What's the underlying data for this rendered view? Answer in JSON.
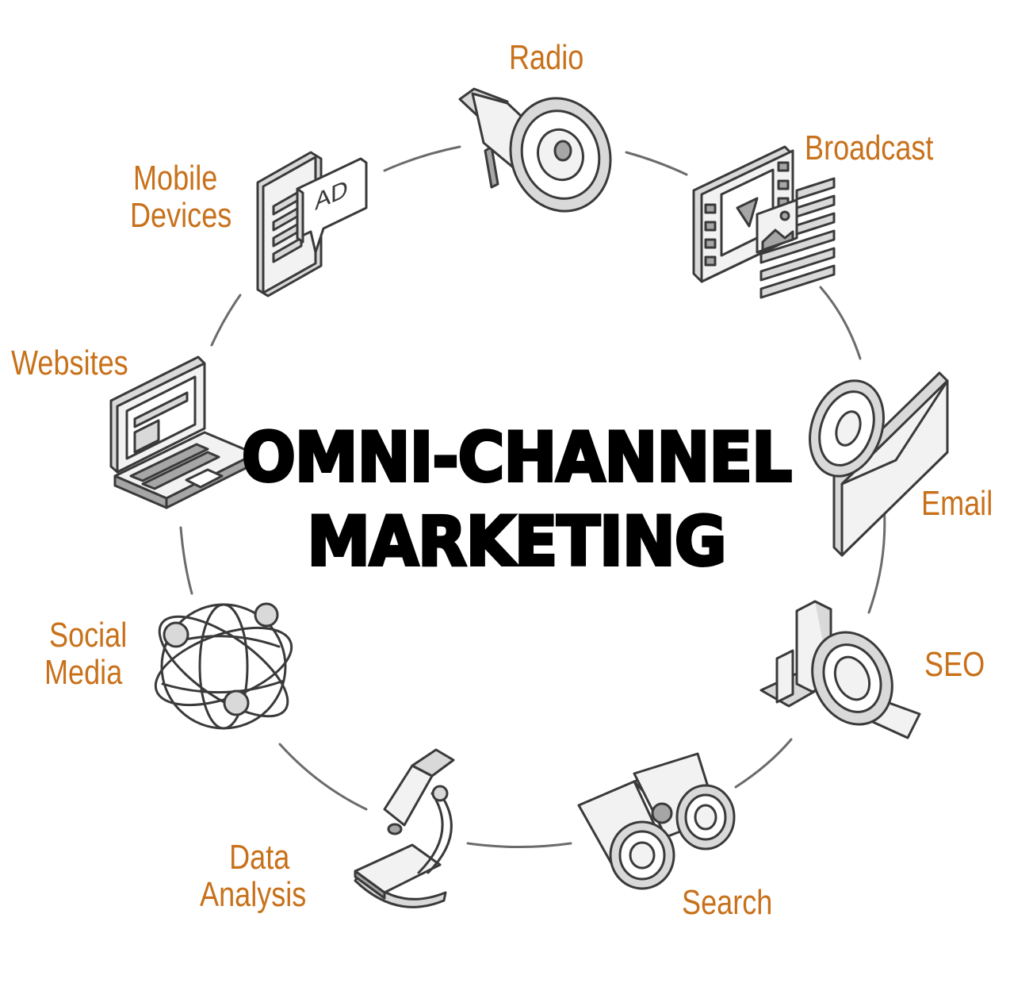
{
  "title": {
    "line1": "OMNI-CHANNEL",
    "line2": "MARKETING"
  },
  "accent_color": "#c8711a",
  "channels": [
    {
      "id": "radio",
      "label_lines": [
        "Radio"
      ],
      "icon": "megaphone-icon"
    },
    {
      "id": "broadcast",
      "label_lines": [
        "Broadcast"
      ],
      "icon": "film-strip-icon"
    },
    {
      "id": "email",
      "label_lines": [
        "Email"
      ],
      "icon": "envelope-at-icon"
    },
    {
      "id": "seo",
      "label_lines": [
        "SEO"
      ],
      "icon": "bar-chart-magnifier-icon"
    },
    {
      "id": "search",
      "label_lines": [
        "Search"
      ],
      "icon": "binoculars-icon"
    },
    {
      "id": "data-analysis",
      "label_lines": [
        "Data",
        "Analysis"
      ],
      "icon": "microscope-icon"
    },
    {
      "id": "social-media",
      "label_lines": [
        "Social",
        "Media"
      ],
      "icon": "globe-network-icon"
    },
    {
      "id": "websites",
      "label_lines": [
        "Websites"
      ],
      "icon": "laptop-icon"
    },
    {
      "id": "mobile-devices",
      "label_lines": [
        "Mobile",
        "Devices"
      ],
      "icon": "phone-ad-icon"
    }
  ],
  "ad_badge_text": "AD"
}
